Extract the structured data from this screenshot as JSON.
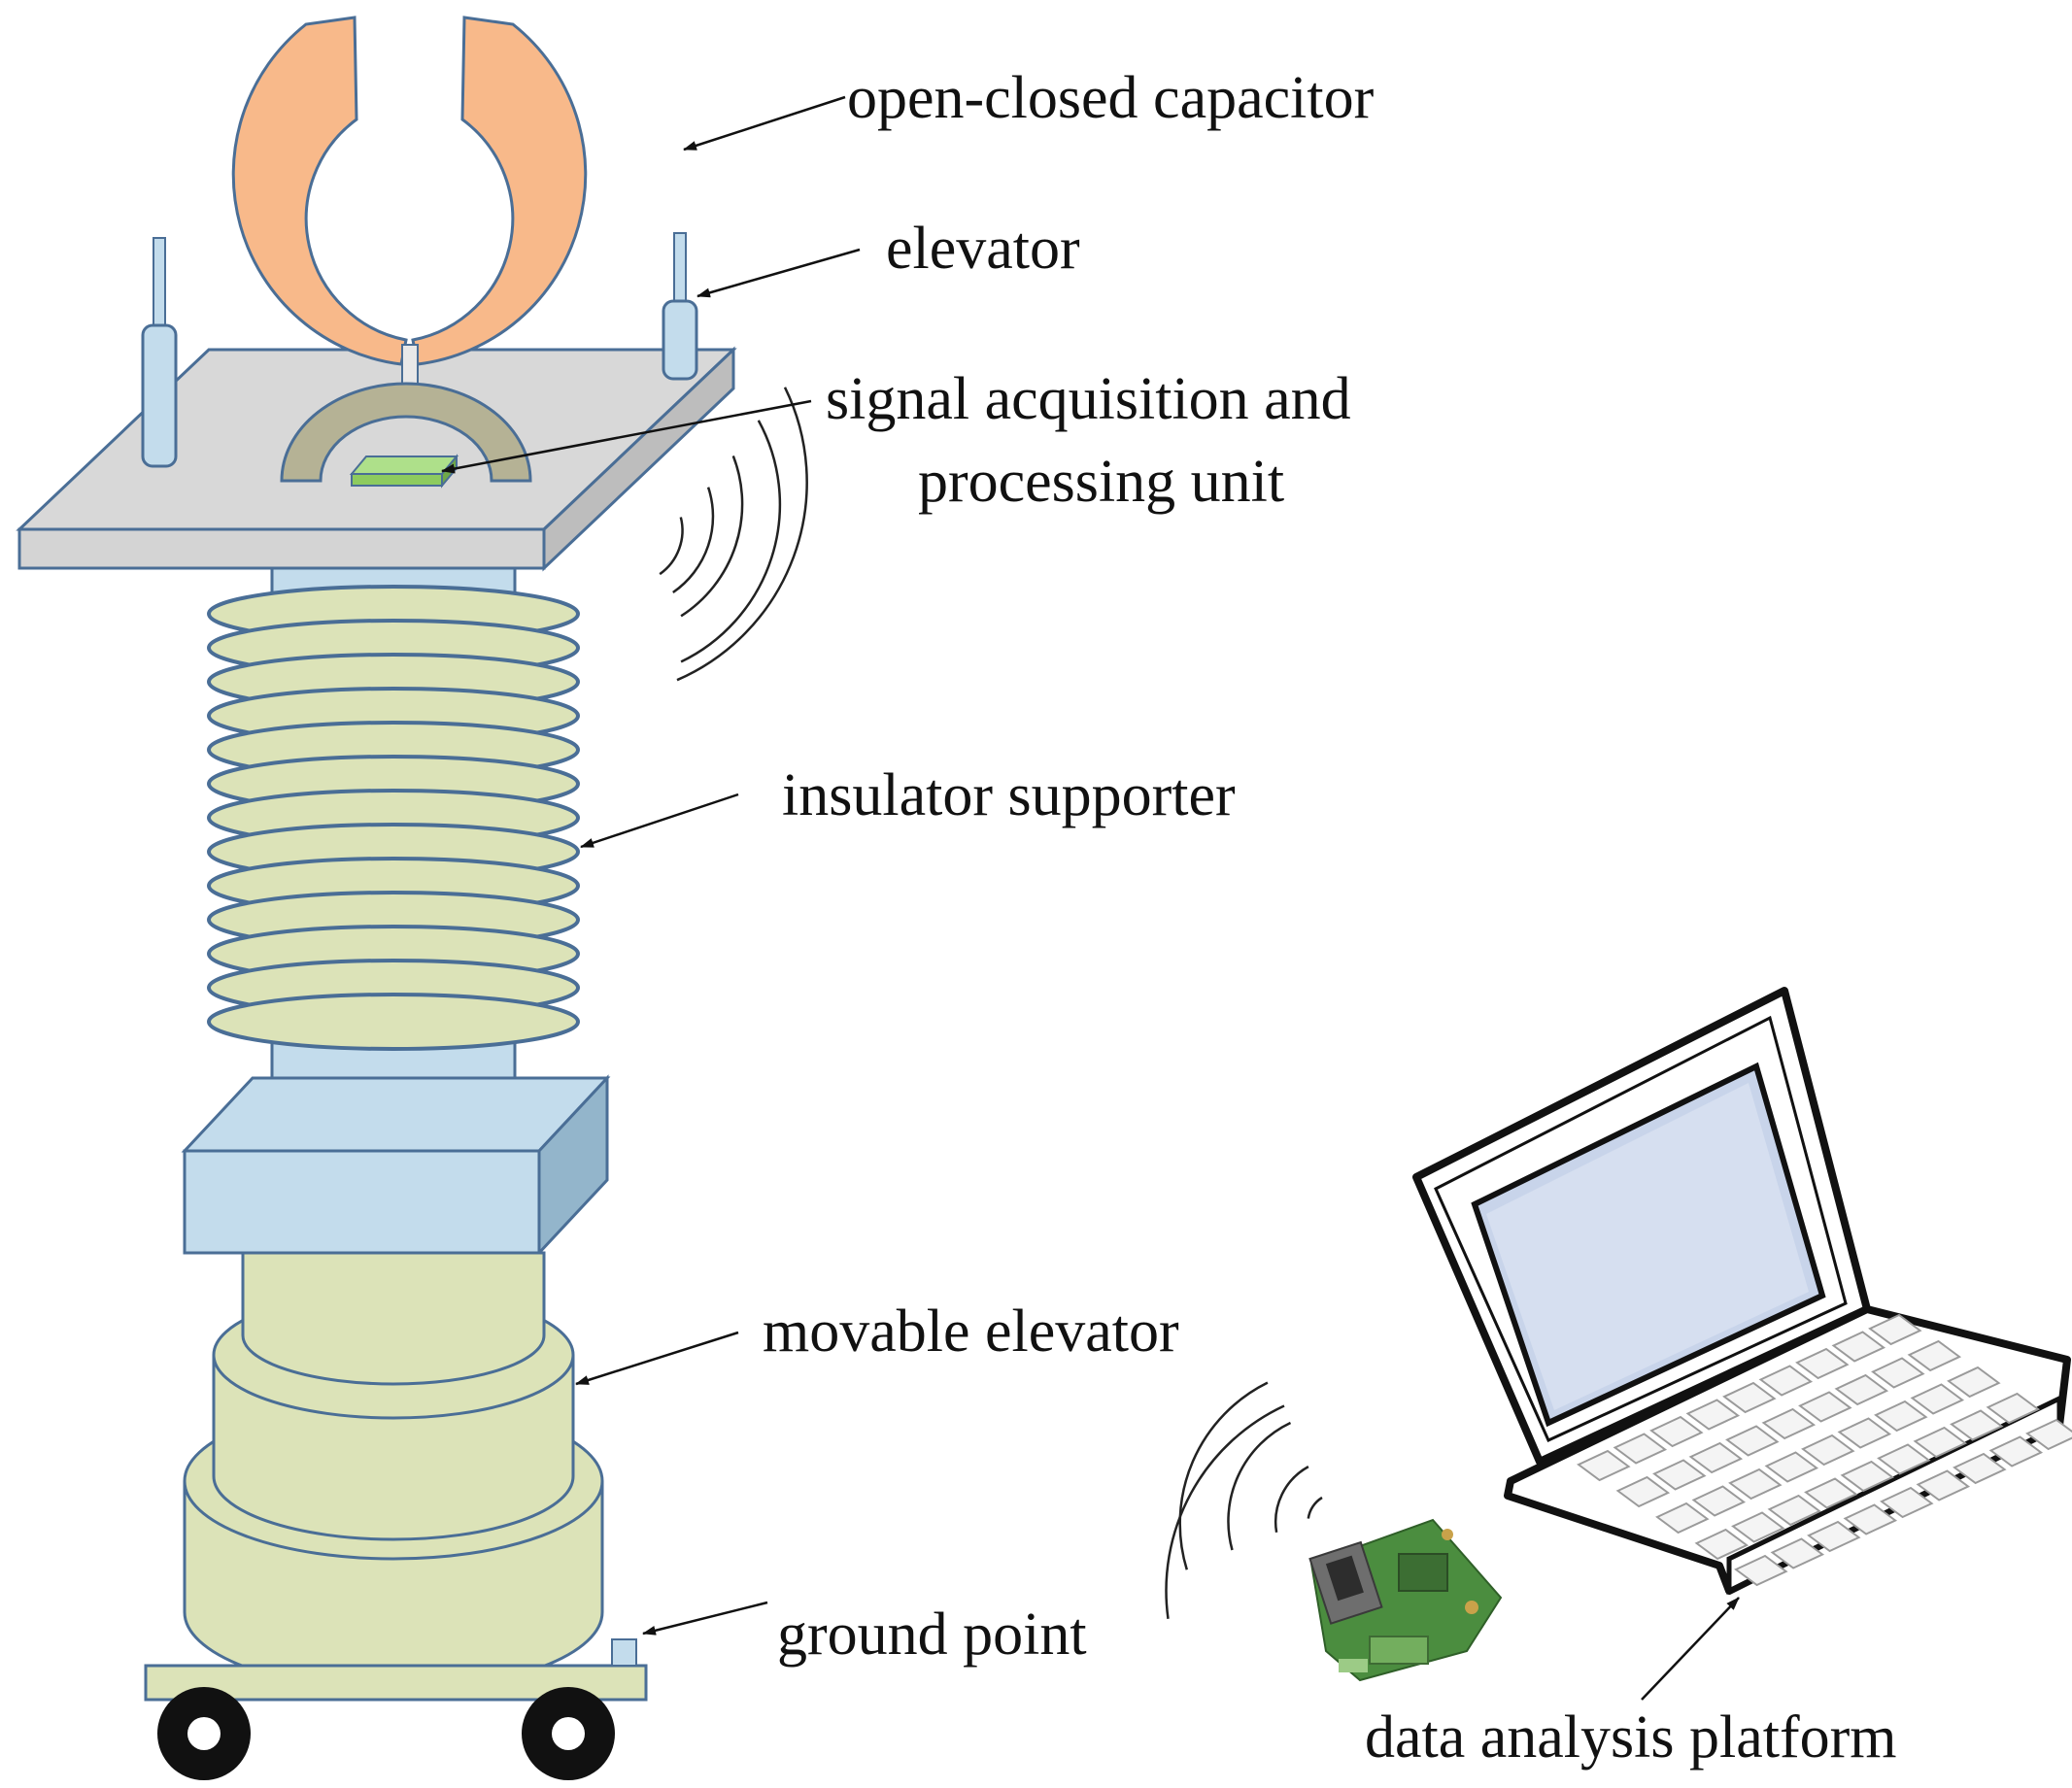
{
  "labels": {
    "capacitor": "open-closed capacitor",
    "elevator": "elevator",
    "signal_line1": "signal acquisition and",
    "signal_line2": "processing unit",
    "insulator": "insulator supporter",
    "movable": "movable elevator",
    "ground": "ground point",
    "platform": "data analysis platform"
  },
  "colors": {
    "capacitor": "#F8B98A",
    "outline": "#4A6E96",
    "insulator": "#DCE3B8",
    "column": "#C3DCEC",
    "plate": "#D8D8D8",
    "pod": "#B5B295",
    "chip": "#8DCB5E",
    "board": "#4B8D3F"
  }
}
